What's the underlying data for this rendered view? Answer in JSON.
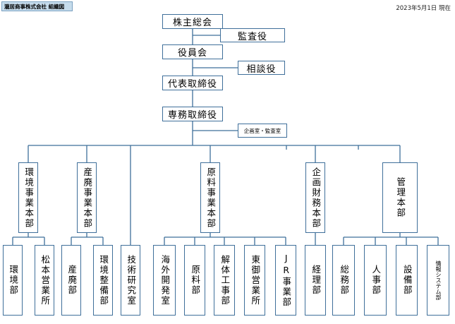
{
  "header": {
    "title": "瀧居商事株式会社 組織図",
    "date": "2023年5月1日 現在"
  },
  "colors": {
    "line": "#3f6f9a",
    "title_bg": "#c6dcec"
  },
  "top": {
    "shareholders": "株主総会",
    "auditor": "監査役",
    "board": "役員会",
    "advisor": "相談役",
    "representative": "代表取締役",
    "senior_director": "専務取締役",
    "planning_office": "企画室・監査室"
  },
  "divisions": {
    "environment": "環境事業本部",
    "industrial_waste": "産廃事業本部",
    "raw_materials": "原料事業本部",
    "planning_finance": "企画財務本部",
    "management": "管理本部"
  },
  "departments": {
    "environment": "環境部",
    "matsumoto": "松本営業所",
    "waste": "産廃部",
    "env_maintenance": "環境整備部",
    "tech_lab": "技術研究室",
    "overseas": "海外開発室",
    "raw": "原料部",
    "demolition": "解体工事部",
    "tomi": "東御営業所",
    "jr": "JR事業部",
    "accounting": "経理部",
    "general_affairs": "総務部",
    "hr": "人事部",
    "facilities": "設備部",
    "it": "情報システム部"
  }
}
